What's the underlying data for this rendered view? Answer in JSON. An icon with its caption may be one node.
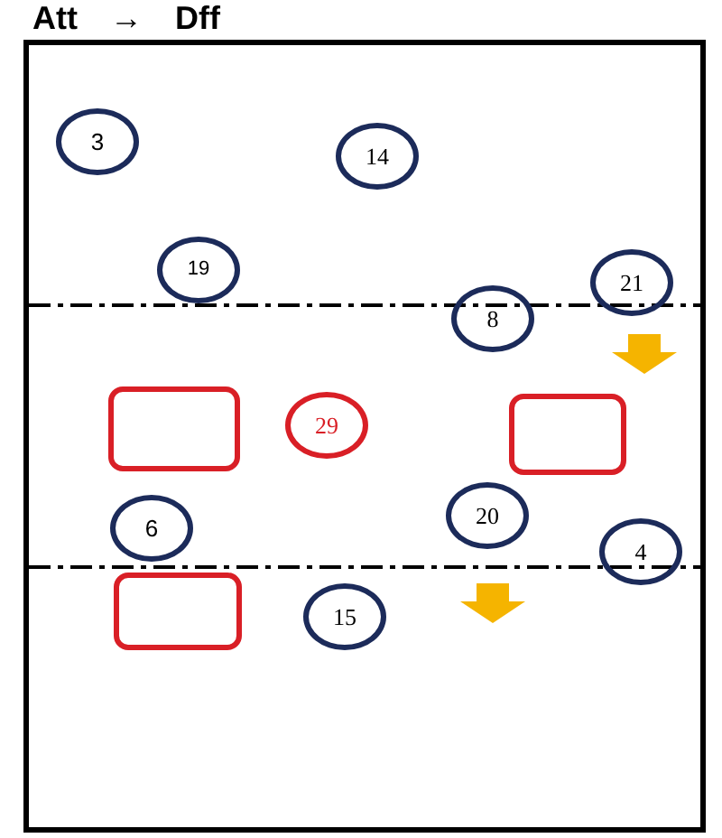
{
  "diagram": {
    "title": "Att → Dff",
    "nodes": [
      {
        "text": [],
        "shape": "box"
      },
      {
        "text": [
          "3"
        ],
        "in": 0
      },
      {
        "text": [
          "14"
        ],
        "in": 0
      },
      {
        "text": [
          "19"
        ],
        "in": 0
      },
      {
        "text": [
          "21"
        ],
        "in": 0
      },
      {
        "text": [
          "8"
        ],
        "in": 0
      },
      {
        "text": [],
        "shape": "box",
        "in": 0
      },
      {
        "text": [
          "29"
        ],
        "in": 0
      },
      {
        "text": [],
        "shape": "box",
        "in": 0
      },
      {
        "text": [
          "6"
        ],
        "in": 0
      },
      {
        "text": [
          "20"
        ],
        "in": 0
      },
      {
        "text": [
          "4"
        ],
        "in": 0
      },
      {
        "text": [],
        "shape": "box",
        "in": 0
      },
      {
        "text": [
          "15"
        ],
        "in": 0
      }
    ],
    "edges": [
      {
        "from": 4,
        "to": 8,
        "arrow": "to"
      }
    ]
  }
}
